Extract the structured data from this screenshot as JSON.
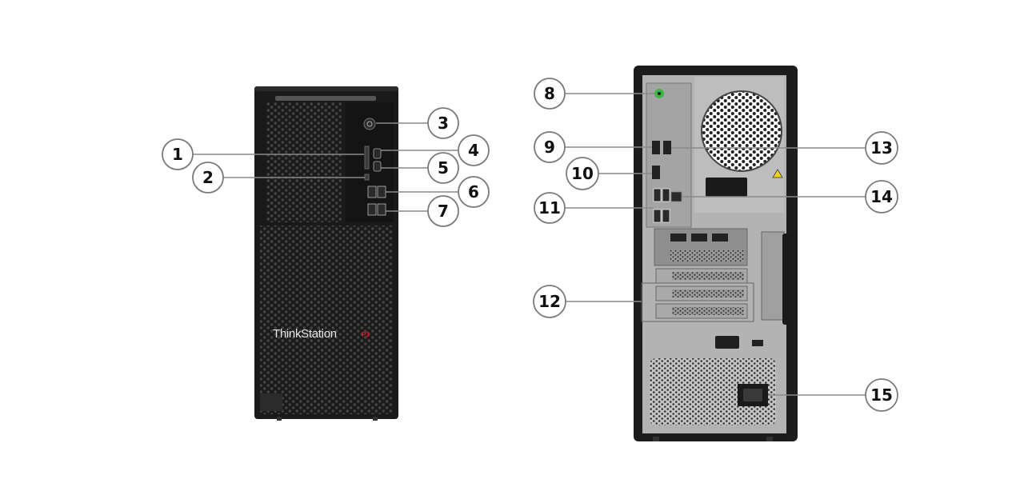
{
  "front_view": {
    "brand_text": "ThinkStation",
    "model_badge": "P3"
  },
  "callouts": {
    "c1": "1",
    "c2": "2",
    "c3": "3",
    "c4": "4",
    "c5": "5",
    "c6": "6",
    "c7": "7",
    "c8": "8",
    "c9": "9",
    "c10": "10",
    "c11": "11",
    "c12": "12",
    "c13": "13",
    "c14": "14",
    "c15": "15"
  },
  "colors": {
    "front_chassis": "#1a1a1a",
    "rear_chassis": "#1c1c1c",
    "rear_panel": "#b3b3b3",
    "callout_border": "#7a7a7a",
    "leader_line": "#8a8a8a",
    "audio_jack": "#3cb54a",
    "model_badge": "#d0202a"
  }
}
